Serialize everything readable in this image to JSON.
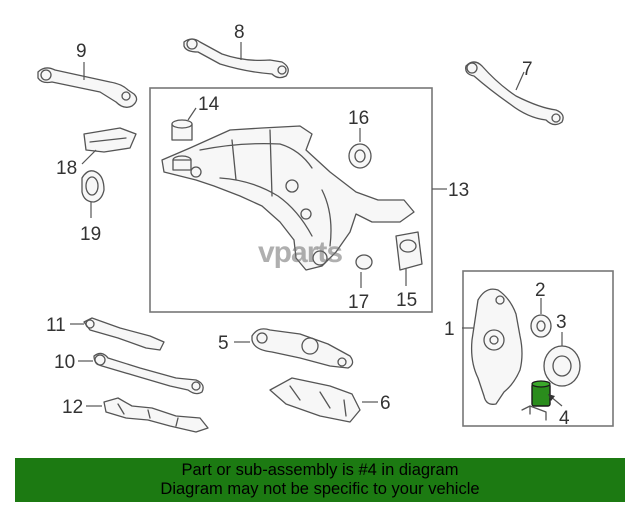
{
  "callouts": {
    "c1": "1",
    "c2": "2",
    "c3": "3",
    "c4": "4",
    "c5": "5",
    "c6": "6",
    "c7": "7",
    "c8": "8",
    "c9": "9",
    "c10": "10",
    "c11": "11",
    "c12": "12",
    "c13": "13",
    "c14": "14",
    "c15": "15",
    "c16": "16",
    "c17": "17",
    "c18": "18",
    "c19": "19"
  },
  "watermark": "vparts",
  "banner": {
    "line1": "Part or sub-assembly is #4 in diagram",
    "line2": "Diagram may not be specific to your vehicle"
  },
  "colors": {
    "banner_bg": "#1c7a12",
    "highlight_part": "#2a8c1c"
  }
}
